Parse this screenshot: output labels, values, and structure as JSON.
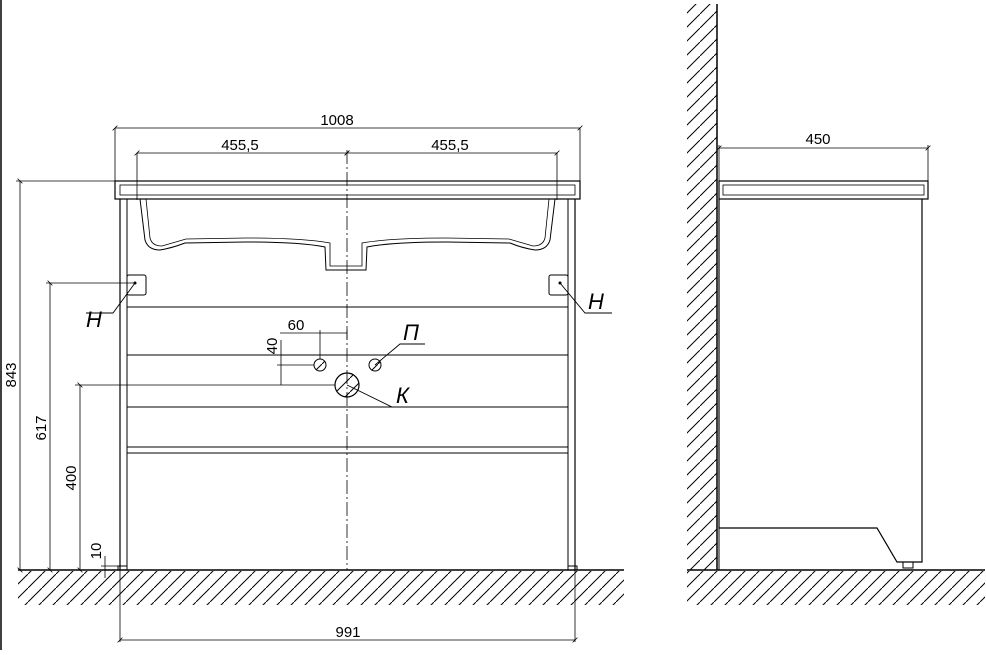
{
  "front_view": {
    "dims": {
      "overall_width": "1008",
      "left_basin_offset": "455,5",
      "right_basin_offset": "455,5",
      "floor_width": "991",
      "total_height": "843",
      "hanger_height": "617",
      "drain_height": "400",
      "leg_height": "10",
      "pipe_spacing_h": "60",
      "pipe_spacing_v": "40"
    },
    "labels": {
      "hanger_left": "Н",
      "hanger_right": "Н",
      "water_supply": "П",
      "drain": "К"
    }
  },
  "side_view": {
    "dims": {
      "depth": "450"
    }
  }
}
